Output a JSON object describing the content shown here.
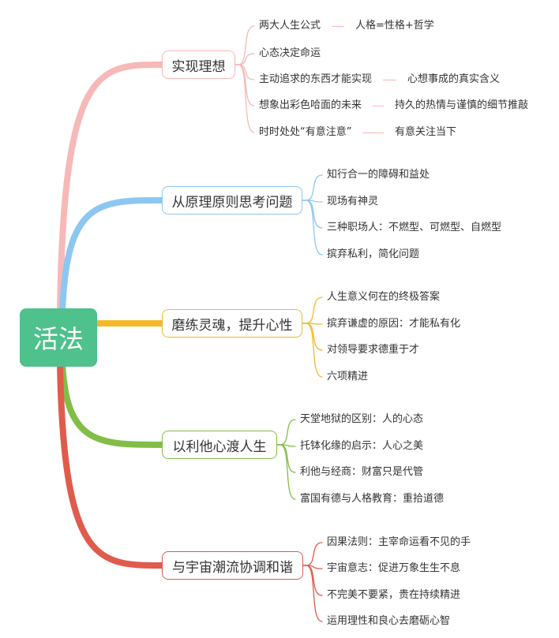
{
  "mindmap": {
    "root": {
      "label": "活法",
      "color": "#4fc18c"
    },
    "branches": [
      {
        "label": "实现理想",
        "color": "#f7b8b8",
        "items": [
          {
            "text": "两大人生公式",
            "sub": "人格=性格+哲学"
          },
          {
            "text": "心态决定命运"
          },
          {
            "text": "主动追求的东西才能实现",
            "sub": "心想事成的真实含义"
          },
          {
            "text": "想象出彩色哈面的未来",
            "sub": "持久的热情与谨慎的细节推敲"
          },
          {
            "text": "时时处处“有意注意”",
            "sub": "有意关注当下"
          }
        ]
      },
      {
        "label": "从原理原则思考问题",
        "color": "#8cc7f2",
        "items": [
          {
            "text": "知行合一的障碍和益处"
          },
          {
            "text": "现场有神灵"
          },
          {
            "text": "三种职场人：不燃型、可燃型、自燃型"
          },
          {
            "text": "摈弃私利，简化问题"
          }
        ]
      },
      {
        "label": "磨练灵魂，提升心性",
        "color": "#f3b928",
        "items": [
          {
            "text": "人生意义何在的终极答案"
          },
          {
            "text": "摈弃谦虚的原因：才能私有化"
          },
          {
            "text": "对领导要求德重于才"
          },
          {
            "text": "六项精进"
          }
        ]
      },
      {
        "label": "以利他心渡人生",
        "color": "#82bd48",
        "items": [
          {
            "text": "天堂地狱的区别：人的心态"
          },
          {
            "text": "托钵化缘的启示：人心之美"
          },
          {
            "text": "利他与经商：财富只是代管"
          },
          {
            "text": "富国有德与人格教育：重拾道德"
          }
        ]
      },
      {
        "label": "与宇宙潮流协调和谐",
        "color": "#e05b4c",
        "items": [
          {
            "text": "因果法则：主宰命运看不见的手"
          },
          {
            "text": "宇宙意志：促进万象生生不息"
          },
          {
            "text": "不完美不要紧，贵在持续精进"
          },
          {
            "text": "运用理性和良心去磨砺心智"
          }
        ]
      }
    ]
  }
}
